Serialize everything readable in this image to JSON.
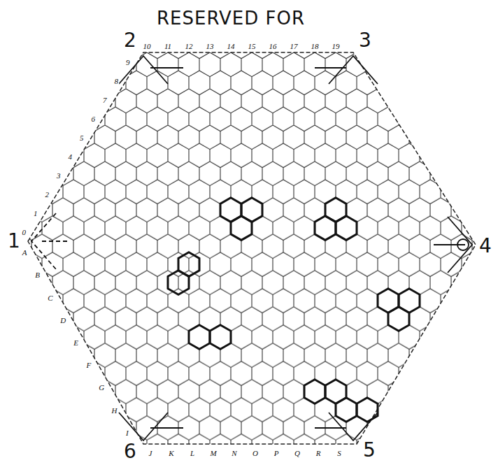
{
  "diagram": {
    "title": "RESERVED FOR",
    "labels": [
      "2",
      "10",
      "11",
      "12",
      "13",
      "14",
      "15",
      "16",
      "17",
      "18",
      "19",
      "3",
      "9",
      "8",
      "7",
      "6",
      "5",
      "4",
      "3",
      "2",
      "1",
      "0",
      "1",
      "4",
      "A",
      "B",
      "C",
      "D",
      "E",
      "F",
      "G",
      "H",
      "I",
      "6",
      "J",
      "K",
      "L",
      "M",
      "N",
      "O",
      "P",
      "Q",
      "R",
      "S",
      "5"
    ]
  }
}
